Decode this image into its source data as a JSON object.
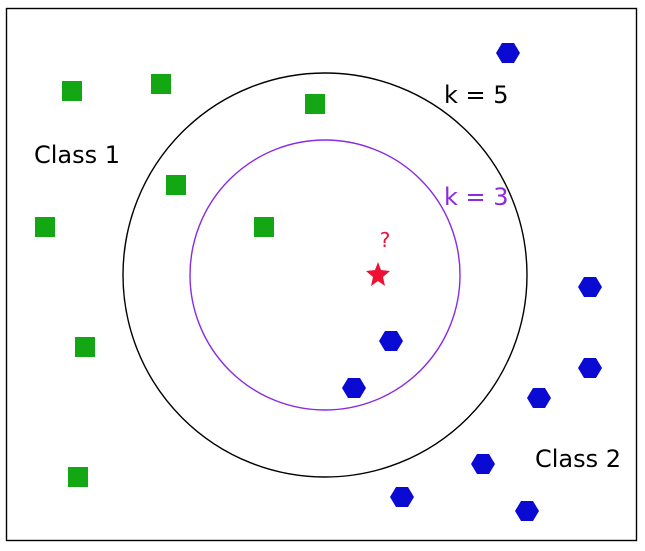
{
  "labels": {
    "class1": "Class 1",
    "class2": "Class 2",
    "k_outer": "k = 5",
    "k_inner": "k = 3",
    "query": "?"
  },
  "colors": {
    "background": "#ffffff",
    "frame": "#000000",
    "class1": "#13a813",
    "class2": "#0a0ad2",
    "k_outer": "#000000",
    "k_inner": "#8a2be2",
    "query": "#ee1133"
  }
}
